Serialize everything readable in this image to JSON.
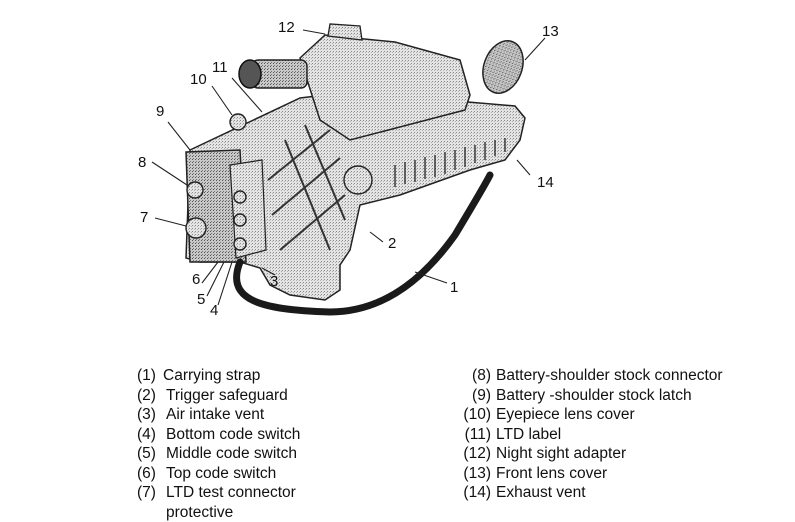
{
  "figure": {
    "description": "Line drawing of laser target designator (LTD) with numbered callouts",
    "callouts": [
      {
        "n": "1"
      },
      {
        "n": "2"
      },
      {
        "n": "3"
      },
      {
        "n": "4"
      },
      {
        "n": "5"
      },
      {
        "n": "6"
      },
      {
        "n": "7"
      },
      {
        "n": "8"
      },
      {
        "n": "9"
      },
      {
        "n": "10"
      },
      {
        "n": "11"
      },
      {
        "n": "12"
      },
      {
        "n": "13"
      },
      {
        "n": "14"
      }
    ]
  },
  "legend": {
    "left": [
      {
        "num": "(1)",
        "label": "Carrying strap"
      },
      {
        "num": "(2)",
        "label": "Trigger safeguard"
      },
      {
        "num": "(3)",
        "label": "Air intake vent"
      },
      {
        "num": "(4)",
        "label": "Bottom code switch"
      },
      {
        "num": "(5)",
        "label": "Middle code switch"
      },
      {
        "num": "(6)",
        "label": "Top code switch"
      },
      {
        "num": "(7)",
        "label": "LTD test connector protective"
      }
    ],
    "right": [
      {
        "num": "(8)",
        "label": "Battery-shoulder stock connector"
      },
      {
        "num": "(9)",
        "label": "Battery -shoulder stock latch"
      },
      {
        "num": "(10)",
        "label": "Eyepiece lens cover"
      },
      {
        "num": "(11)",
        "label": "LTD label"
      },
      {
        "num": "(12)",
        "label": "Night sight adapter"
      },
      {
        "num": "(13)",
        "label": "Front lens cover"
      },
      {
        "num": "(14)",
        "label": "Exhaust vent"
      }
    ]
  }
}
